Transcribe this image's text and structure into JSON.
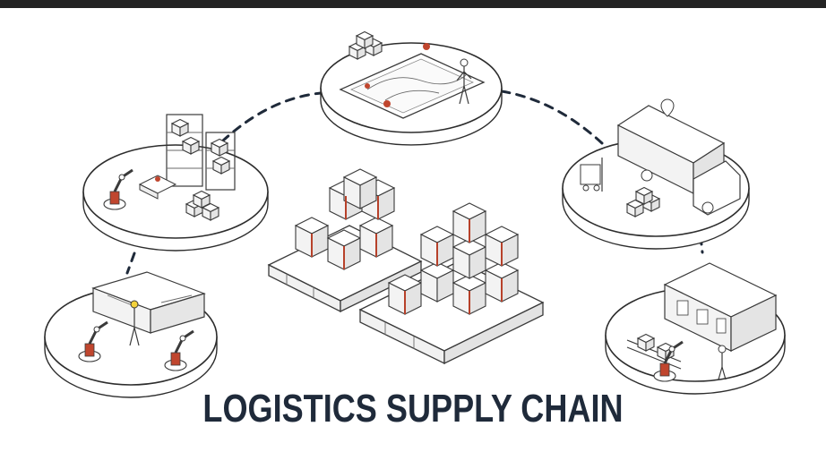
{
  "title": "LOGISTICS SUPPLY CHAIN",
  "colors": {
    "title": "#1f2a3a",
    "accent": "#c0462e",
    "line": "#3a3a3a",
    "connector": "#1f2a3a"
  },
  "stations": [
    {
      "name": "order-processing-station",
      "icon": "tablet-route-map"
    },
    {
      "name": "warehouse-robot-station",
      "icon": "robotic-arm-shelving"
    },
    {
      "name": "assembly-line-station",
      "icon": "robot-arms-conveyor"
    },
    {
      "name": "delivery-truck-station",
      "icon": "truck-forklift"
    },
    {
      "name": "distribution-center-station",
      "icon": "warehouse-building"
    }
  ]
}
